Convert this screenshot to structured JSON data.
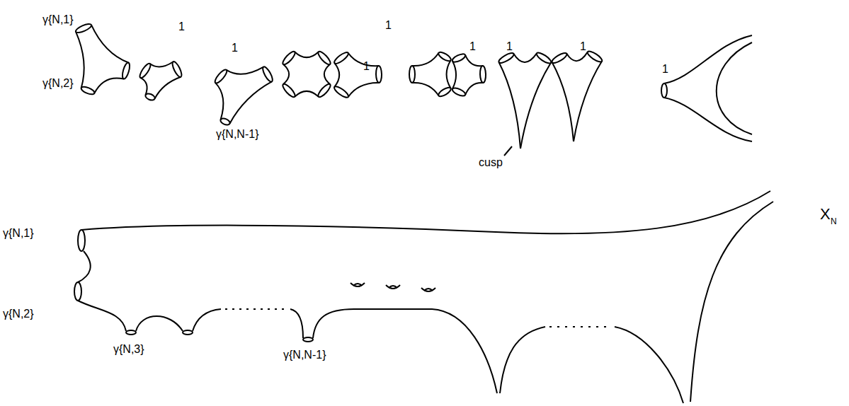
{
  "diagram": {
    "labels": [
      "γ{N,1}",
      "1",
      "γ{N,2}",
      "1",
      "1",
      "1",
      "γ{N,N-1}",
      "1",
      "1",
      "1",
      "cusp",
      "1",
      "X",
      "N",
      "γ{N,1}",
      "γ{N,2}",
      "γ{N,3}",
      "γ{N,N-1}"
    ]
  }
}
